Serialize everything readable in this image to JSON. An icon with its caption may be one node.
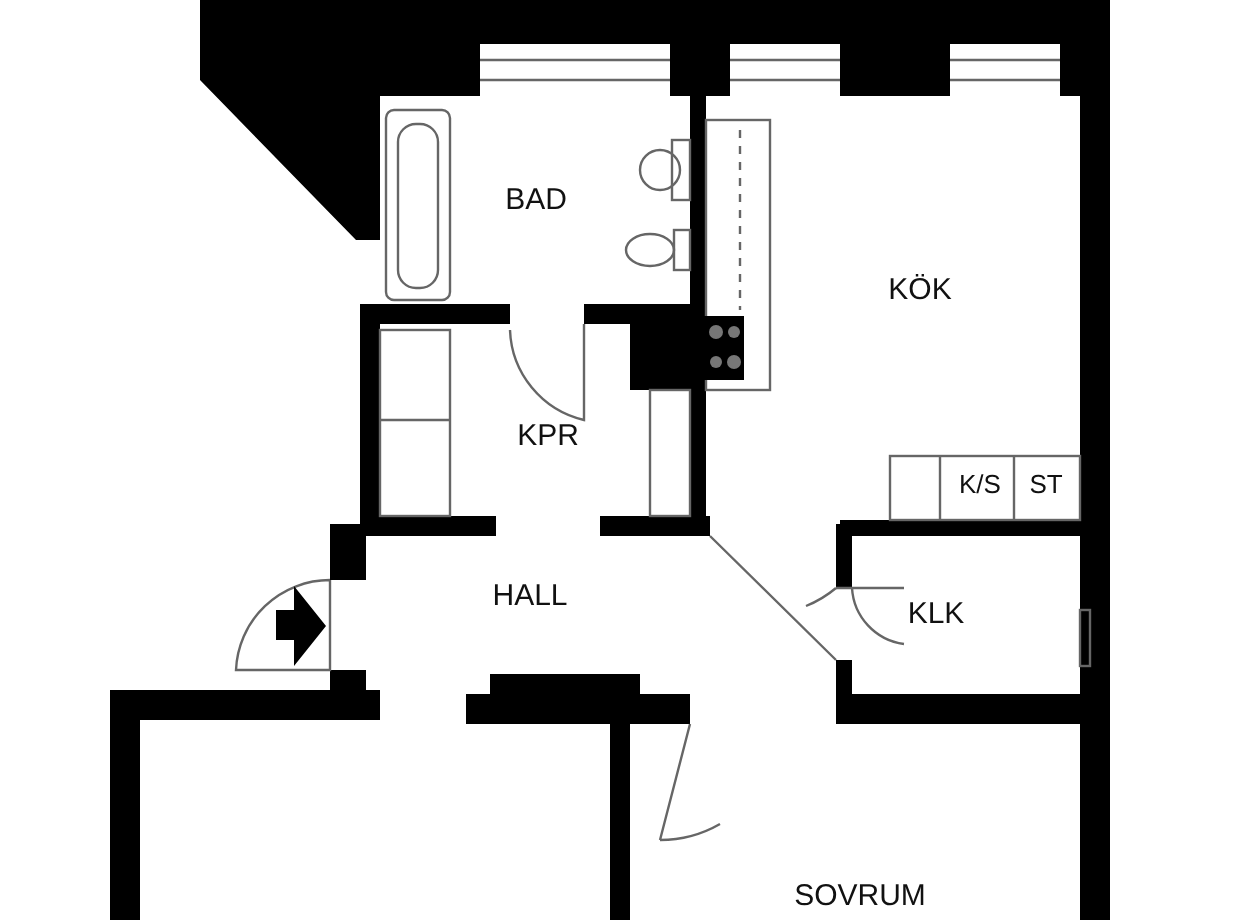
{
  "diagram": {
    "labels": [
      "BAD",
      "KÖK",
      "KPR",
      "K/S",
      "ST",
      "HALL",
      "KLK",
      "SOVRUM"
    ]
  }
}
